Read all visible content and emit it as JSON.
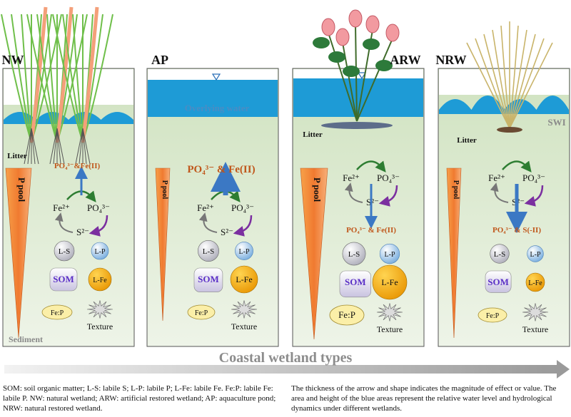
{
  "panels": [
    {
      "key": "NW",
      "title": "NW",
      "pool": "P pool",
      "litter": "Litter",
      "extra_top": "Sediment",
      "extra_top2": "",
      "upper": "PO₄³⁻&Fe(II)",
      "fe": "Fe²⁺",
      "po4": "PO₄³⁻",
      "s2": "S²⁻",
      "ls": "L-S",
      "lp": "L-P",
      "som": "SOM",
      "lfe": "L-Fe",
      "fep": "Fe:P",
      "texture": "Texture"
    },
    {
      "key": "AP",
      "title": "AP",
      "pool": "P pool",
      "litter": "",
      "extra_top": "Overlying water",
      "extra_top2": "",
      "upper": "PO₄³⁻ & Fe(II)",
      "fe": "Fe²⁺",
      "po4": "PO₄³⁻",
      "s2": "S²⁻",
      "ls": "L-S",
      "lp": "L-P",
      "som": "SOM",
      "lfe": "L-Fe",
      "fep": "Fe:P",
      "texture": "Texture"
    },
    {
      "key": "ARW",
      "title": "ARW",
      "pool": "P pool",
      "litter": "Litter",
      "extra_top": "",
      "extra_top2": "",
      "lower": "PO₄³⁻ & Fe(II)",
      "fe": "Fe²⁺",
      "po4": "PO₄³⁻",
      "s2": "S²⁻",
      "ls": "L-S",
      "lp": "L-P",
      "som": "SOM",
      "lfe": "L-Fe",
      "fep": "Fe:P",
      "texture": "Texture"
    },
    {
      "key": "NRW",
      "title": "NRW",
      "pool": "P pool",
      "litter": "Litter",
      "extra_top": "SWI",
      "extra_top2": "",
      "lower": "PO₄³⁻ & S(-II)",
      "fe": "Fe²⁺",
      "po4": "PO₄³⁻",
      "s2": "S²⁻",
      "ls": "L-S",
      "lp": "L-P",
      "som": "SOM",
      "lfe": "L-Fe",
      "fep": "Fe:P",
      "texture": "Texture"
    }
  ],
  "axis_label": "Coastal wetland types",
  "legend_left": "SOM: soil organic matter; L-S: labile S; L-P: labile P; L-Fe: labile Fe. Fe:P: labile Fe: labile P. NW: natural wetland; ARW: artificial restored wetland; AP: aquaculture pond; NRW: natural restored wetland.",
  "legend_right": "The thickness of the arrow and shape indicates the magnitude of effect or value. The area and height of the blue areas represent the relative water level and hydrological dynamics under different wetlands.",
  "colors": {
    "water": "#1e9bd6",
    "sediment": "#e3edd8",
    "pool": "#f07a30",
    "arrow_blue": "#3b78c4",
    "arrow_green": "#2e7d32",
    "arrow_purple": "#7b2fa0",
    "circle_grey": "#c8c8d0",
    "lfe": "#f2a400",
    "som_text": "#5a2fc6",
    "fep_fill": "#fbefa8",
    "upper_text": "#c0561a"
  }
}
